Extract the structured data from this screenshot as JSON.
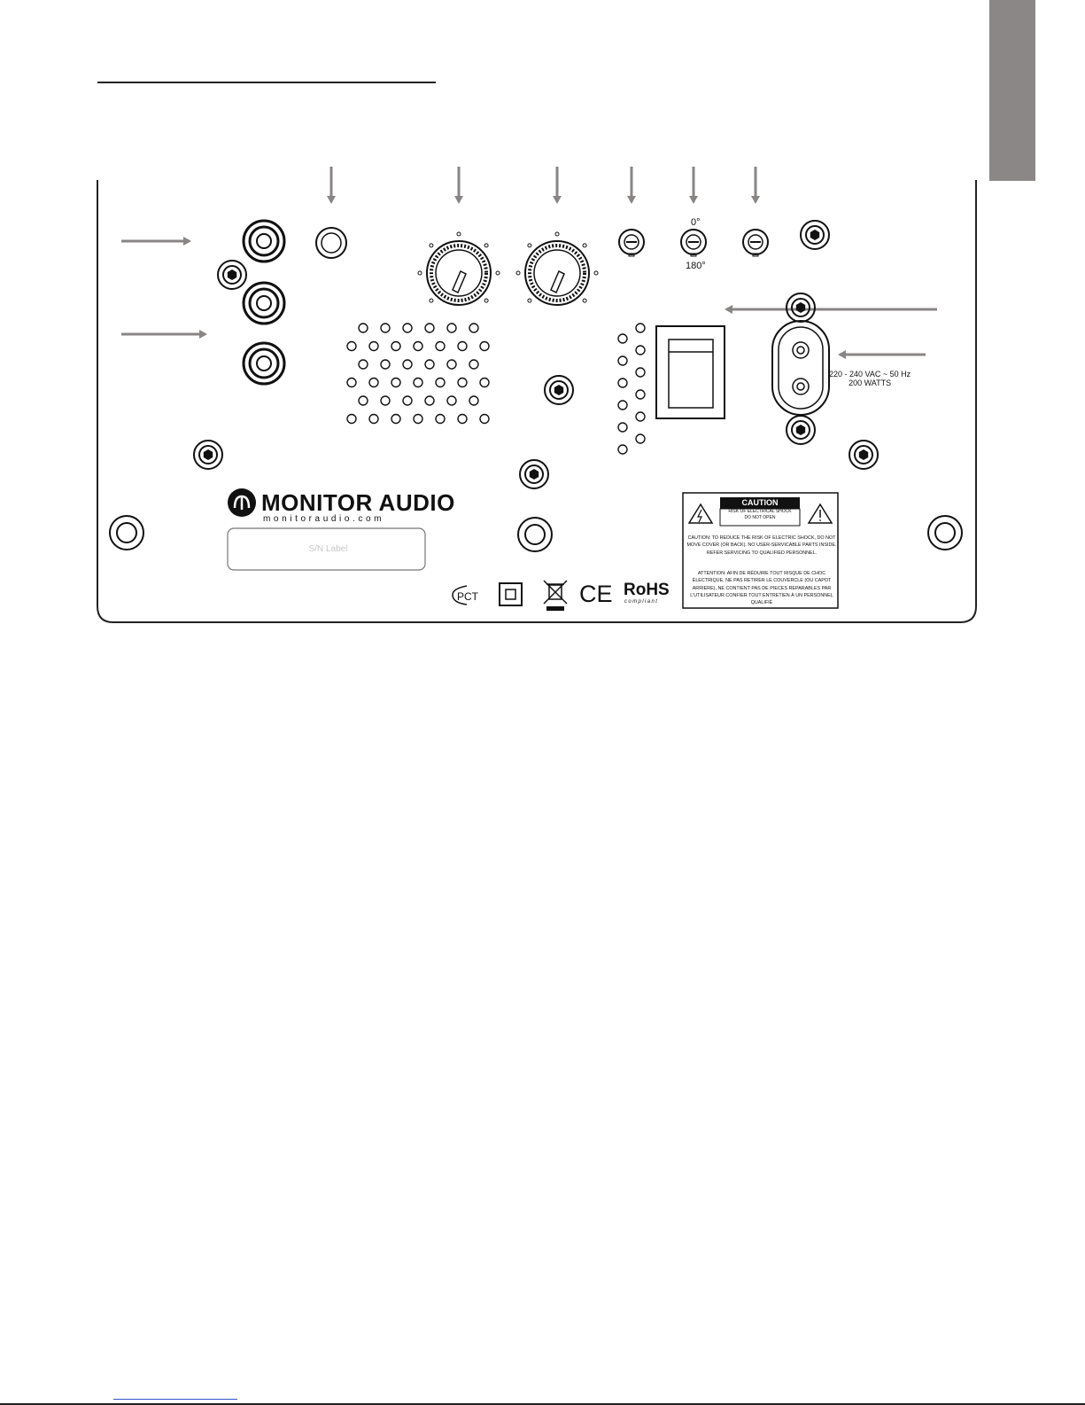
{
  "panel": {
    "phase_label_top": "0°",
    "phase_label_bottom": "180°",
    "power_rating_voltage": "220 - 240 VAC ~ 50 Hz",
    "power_rating_watts": "200 WATTS"
  },
  "branding": {
    "name": "MONITOR AUDIO",
    "url": "monitoraudio.com",
    "serial_label": "S/N Label"
  },
  "certifications": {
    "ce": "CE",
    "rohs": "RoHS",
    "rohs_sub": "compliant"
  },
  "caution_label": {
    "title": "CAUTION",
    "subtitle_line1": "RISK OF ELECTRICAL SHOCK",
    "subtitle_line2": "DO NOT OPEN",
    "english_text": "CAUTION: TO REDUCE THE RISK OF ELECTRIC SHOCK, DO NOT MOVE COVER (OR BACK). NO USER-SERVICABLE PARTS INSIDE. REFER SERVICING TO QUALIFIED PERSONNEL.",
    "french_text": "ATTENTION: AFIN DE RÉDUIRE TOUT RISQUE DE CHOC ÉLECTRIQUE, NE PAS RETIRER LE COUVERCLE (OU CAPOT ARRIERE), NE CONTIENT PAS DE PIECES REPARABLES PAR L'UTILISATEUR CONFIER TOUT ENTRETIEN À UN PERSONNEL QUALIFIÉ"
  }
}
